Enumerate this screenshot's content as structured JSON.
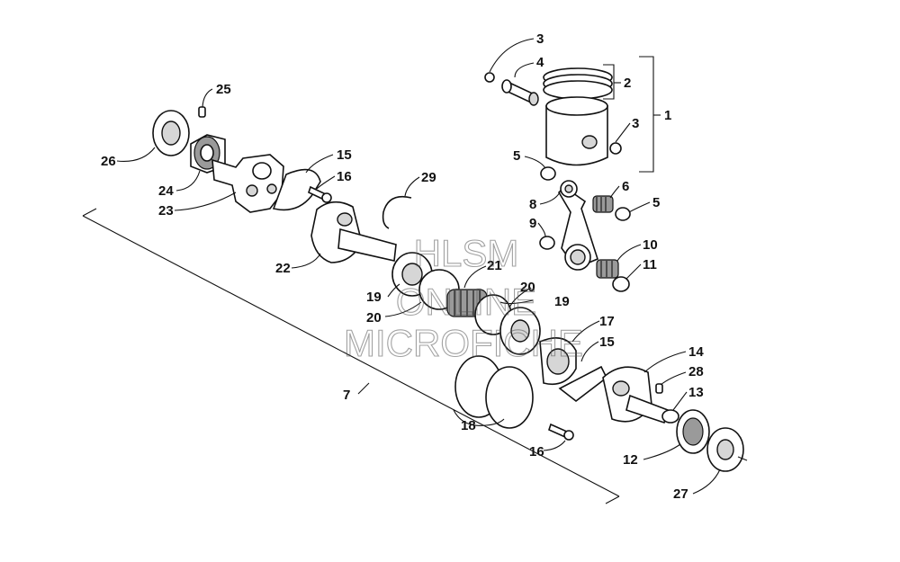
{
  "diagram": {
    "callouts": [
      {
        "id": "c1",
        "label": "1"
      },
      {
        "id": "c2",
        "label": "2"
      },
      {
        "id": "c3a",
        "label": "3"
      },
      {
        "id": "c3b",
        "label": "3"
      },
      {
        "id": "c4",
        "label": "4"
      },
      {
        "id": "c5a",
        "label": "5"
      },
      {
        "id": "c5b",
        "label": "5"
      },
      {
        "id": "c6",
        "label": "6"
      },
      {
        "id": "c7",
        "label": "7"
      },
      {
        "id": "c8",
        "label": "8"
      },
      {
        "id": "c9",
        "label": "9"
      },
      {
        "id": "c10",
        "label": "10"
      },
      {
        "id": "c11",
        "label": "11"
      },
      {
        "id": "c12",
        "label": "12"
      },
      {
        "id": "c13",
        "label": "13"
      },
      {
        "id": "c14",
        "label": "14"
      },
      {
        "id": "c15a",
        "label": "15"
      },
      {
        "id": "c15b",
        "label": "15"
      },
      {
        "id": "c16a",
        "label": "16"
      },
      {
        "id": "c16b",
        "label": "16"
      },
      {
        "id": "c17",
        "label": "17"
      },
      {
        "id": "c18",
        "label": "18"
      },
      {
        "id": "c19a",
        "label": "19"
      },
      {
        "id": "c19b",
        "label": "19"
      },
      {
        "id": "c20a",
        "label": "20"
      },
      {
        "id": "c20b",
        "label": "20"
      },
      {
        "id": "c21",
        "label": "21"
      },
      {
        "id": "c22",
        "label": "22"
      },
      {
        "id": "c23",
        "label": "23"
      },
      {
        "id": "c24",
        "label": "24"
      },
      {
        "id": "c25",
        "label": "25"
      },
      {
        "id": "c26",
        "label": "26"
      },
      {
        "id": "c27",
        "label": "27"
      },
      {
        "id": "c28",
        "label": "28"
      },
      {
        "id": "c29",
        "label": "29"
      }
    ]
  },
  "watermark": {
    "line1": "HLSM",
    "line2": "ONLINE",
    "line3": "MICROFICHE"
  }
}
